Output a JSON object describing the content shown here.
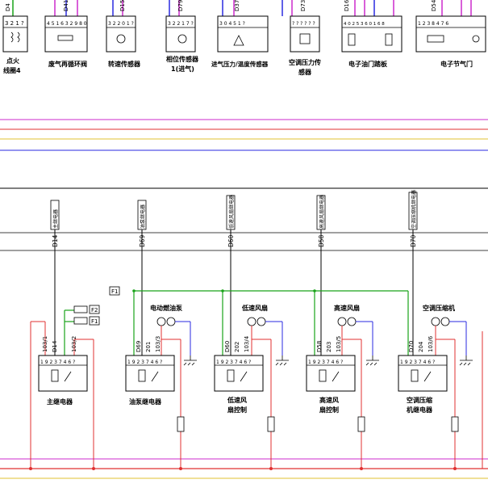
{
  "top_components": [
    {
      "id": "ign",
      "label1": "点火",
      "label2": "线圈4",
      "wire": "D4",
      "pins": "3 2 1 ?"
    },
    {
      "id": "egr",
      "label1": "废气再循环阀",
      "label2": "",
      "wire": "D41",
      "pins": "4 5 1 6 3 2 9 8 0"
    },
    {
      "id": "spd",
      "label1": "转速传感器",
      "label2": "",
      "wire": "D15",
      "pins": "3 2 2 0 1 ?"
    },
    {
      "id": "cam",
      "label1": "相位传感器",
      "label2": "1(进气)",
      "wire": "D79",
      "pins": "3 2 2 1 7 ?"
    },
    {
      "id": "map",
      "label1": "进气压力/温度传感器",
      "label2": "",
      "wire": "D37",
      "pins": "3 0 4 5 1 ?"
    },
    {
      "id": "ac",
      "label1": "空调压力传",
      "label2": "感器",
      "wire": "D73",
      "pins": "? ? ? ? ? ?"
    },
    {
      "id": "pedal",
      "label1": "电子油门踏板",
      "label2": "",
      "wire": "D16",
      "pins": "4 0 2 5 3 6 0 1 6 8"
    },
    {
      "id": "throttle",
      "label1": "电子节气门",
      "label2": "",
      "wire": "D54",
      "pins": "1 2 3 8 4 7 6"
    }
  ],
  "fuses": [
    {
      "id": "F1",
      "label": "F1"
    },
    {
      "id": "F2",
      "label": "F2"
    },
    {
      "id": "F1b",
      "label": "F1"
    }
  ],
  "upper_wires": [
    {
      "id": "D14",
      "label": "D14",
      "tag": "主继电器"
    },
    {
      "id": "D69",
      "label": "D69",
      "tag": "油泵继电器"
    },
    {
      "id": "D60",
      "label": "D60",
      "tag": "低速风扇继电器"
    },
    {
      "id": "D58",
      "label": "D58",
      "tag": "高速风扇继电器"
    },
    {
      "id": "D70",
      "label": "D70",
      "tag": "空调压缩机继电器"
    }
  ],
  "loads": [
    {
      "id": "pump",
      "label": "电动燃油泵"
    },
    {
      "id": "low_fan",
      "label": "低速风扇"
    },
    {
      "id": "high_fan",
      "label": "高速风扇"
    },
    {
      "id": "ac_comp",
      "label": "空调压缩机"
    }
  ],
  "relays": [
    {
      "id": "main",
      "label1": "主继电器",
      "label2": "",
      "pins": "1 9 2 3 7 4 6 ?",
      "w1": "103/1",
      "w2": "D14",
      "w3": "103/2"
    },
    {
      "id": "pump",
      "label1": "油泵继电器",
      "label2": "",
      "pins": "1 9 2 3 7 4 6 ?",
      "w1": "D69",
      "w2": "201",
      "w3": "103/3"
    },
    {
      "id": "low",
      "label1": "低速风",
      "label2": "扇控制",
      "pins": "1 9 2 3 7 4 6 ?",
      "w1": "D60",
      "w2": "202",
      "w3": "103/4"
    },
    {
      "id": "high",
      "label1": "高速风",
      "label2": "扇控制",
      "pins": "1 9 2 3 7 4 6 ?",
      "w1": "D58",
      "w2": "203",
      "w3": "103/5"
    },
    {
      "id": "ac",
      "label1": "空调压缩",
      "label2": "机继电器",
      "pins": "1 9 2 3 7 4 6 ?",
      "w1": "D70",
      "w2": "204",
      "w3": "103/6"
    }
  ]
}
